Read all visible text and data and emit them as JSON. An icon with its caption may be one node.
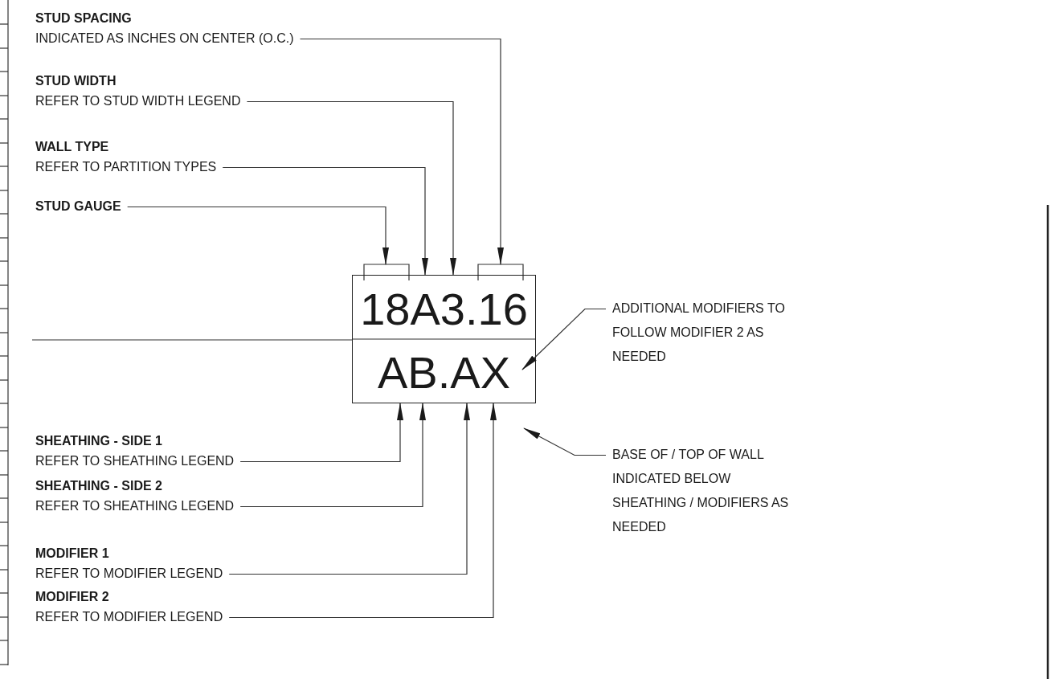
{
  "diagram": {
    "nodes": [
      {
        "text": [
          "STUD SPACING",
          "INDICATED AS INCHES ON CENTER (O.C.)"
        ]
      },
      {
        "text": [
          "STUD WIDTH",
          "REFER TO STUD WIDTH LEGEND"
        ]
      },
      {
        "text": [
          "WALL TYPE",
          "REFER TO PARTITION TYPES"
        ]
      },
      {
        "text": [
          "STUD GAUGE"
        ]
      },
      {
        "text": [
          "18A3.16",
          "AB.AX"
        ]
      },
      {
        "text": [
          "ADDITIONAL MODIFIERS TO FOLLOW MODIFIER 2 AS NEEDED"
        ]
      },
      {
        "text": [
          "SHEATHING - SIDE 1",
          "REFER TO SHEATHING LEGEND"
        ]
      },
      {
        "text": [
          "SHEATHING - SIDE 2",
          "REFER TO SHEATHING LEGEND"
        ]
      },
      {
        "text": [
          "MODIFIER 1",
          "REFER TO MODIFIER LEGEND"
        ]
      },
      {
        "text": [
          "MODIFIER 2",
          "REFER TO MODIFIER LEGEND"
        ]
      },
      {
        "text": [
          "BASE OF / TOP OF WALL INDICATED BELOW SHEATHING / MODIFIERS AS NEEDED"
        ]
      }
    ],
    "edges": [
      {
        "from": 0,
        "to": 4,
        "arrow": "to"
      },
      {
        "from": 1,
        "to": 4,
        "arrow": "to"
      },
      {
        "from": 2,
        "to": 4,
        "arrow": "to"
      },
      {
        "from": 3,
        "to": 4,
        "arrow": "to"
      },
      {
        "from": 5,
        "to": 4,
        "arrow": "to"
      },
      {
        "from": 6,
        "to": 4,
        "arrow": "to"
      },
      {
        "from": 7,
        "to": 4,
        "arrow": "to"
      },
      {
        "from": 8,
        "to": 4,
        "arrow": "to"
      },
      {
        "from": 9,
        "to": 4,
        "arrow": "to"
      },
      {
        "from": 10,
        "to": 4,
        "arrow": "to"
      }
    ]
  }
}
